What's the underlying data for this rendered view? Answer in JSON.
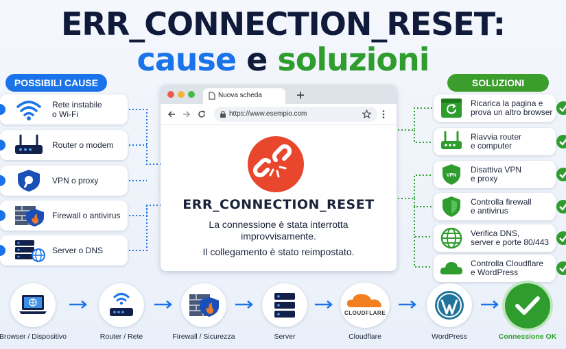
{
  "title": {
    "line1": "ERR_CONNECTION_RESET:",
    "word1": "cause",
    "word2": "e",
    "word3": "soluzioni"
  },
  "causes_header": "POSSIBILI CAUSE",
  "solutions_header": "SOLUZIONI",
  "causes": [
    {
      "line1": "Rete instabile",
      "line2": "o Wi-Fi",
      "icon": "wifi-icon"
    },
    {
      "line1": "Router o modem",
      "line2": "",
      "icon": "router-icon"
    },
    {
      "line1": "VPN o proxy",
      "line2": "",
      "icon": "vpn-shield-icon"
    },
    {
      "line1": "Firewall o antivirus",
      "line2": "",
      "icon": "firewall-icon"
    },
    {
      "line1": "Server o DNS",
      "line2": "",
      "icon": "server-icon"
    }
  ],
  "solutions": [
    {
      "line1": "Ricarica la pagina e",
      "line2": "prova un altro browser",
      "icon": "refresh-browser-icon"
    },
    {
      "line1": "Riavvia router",
      "line2": "e computer",
      "icon": "router-icon"
    },
    {
      "line1": "Disattiva VPN",
      "line2": "e proxy",
      "icon": "vpn-shield-icon"
    },
    {
      "line1": "Controlla firewall",
      "line2": "e antivirus",
      "icon": "shield-icon"
    },
    {
      "line1": "Verifica DNS,",
      "line2": "server e porte 80/443",
      "icon": "globe-icon"
    },
    {
      "line1": "Controlla Cloudflare",
      "line2": "e WordPress",
      "icon": "cloud-icon"
    }
  ],
  "browser": {
    "tab_title": "Nuova scheda",
    "url": "https://www.esempio.com",
    "error_title": "ERR_CONNECTION_RESET",
    "error_line1": "La connessione è stata interrotta",
    "error_line2": "improvvisamente.",
    "error_line3": "Il collegamento è stato reimpostato."
  },
  "flow": [
    {
      "label": "Browser / Dispositivo",
      "icon": "laptop-icon"
    },
    {
      "label": "Router / Rete",
      "icon": "router-icon"
    },
    {
      "label": "Firewall / Sicurezza",
      "icon": "firewall-icon"
    },
    {
      "label": "Server",
      "icon": "server-icon"
    },
    {
      "label": "Cloudflare",
      "icon": "cloudflare-icon",
      "logo_text": "CLOUDFLARE"
    },
    {
      "label": "WordPress",
      "icon": "wordpress-icon"
    },
    {
      "label": "Connessione OK",
      "icon": "check-icon"
    }
  ],
  "colors": {
    "blue": "#1a73e8",
    "green": "#2e9d2e",
    "red": "#e8472e",
    "dark": "#101a3a"
  }
}
